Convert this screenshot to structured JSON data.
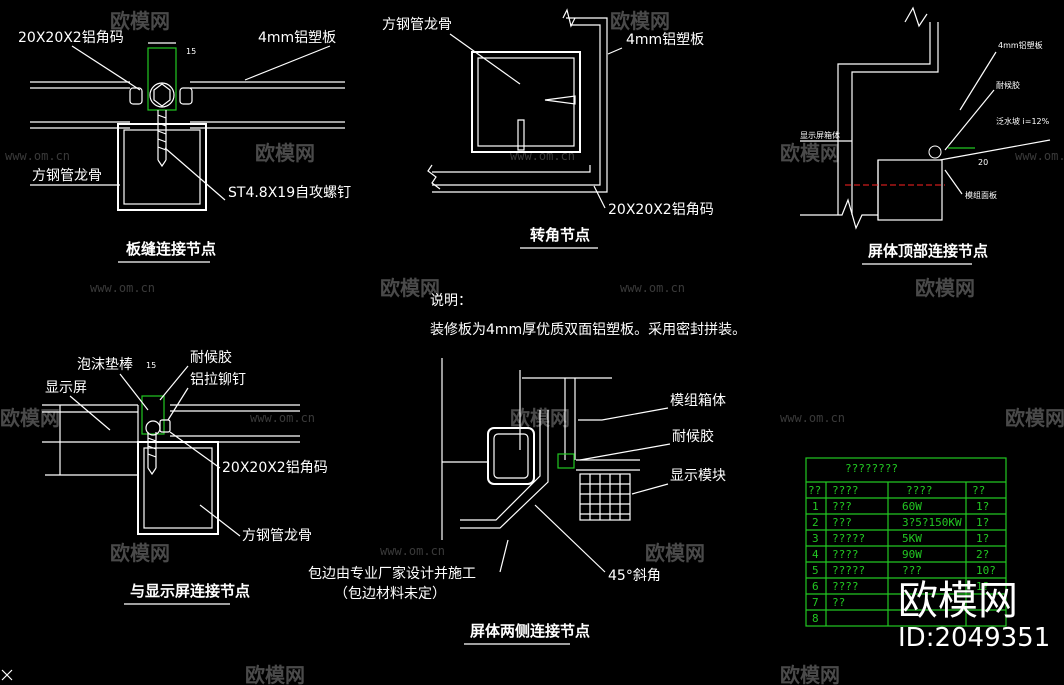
{
  "watermark": {
    "brand": "欧模网",
    "url": "www.om.cn"
  },
  "nodes": {
    "seam": {
      "title": "板缝连接节点",
      "labels": [
        "20X20X2铝角码",
        "4mm铝塑板",
        "方钢管龙骨",
        "ST4.8X19自攻螺钉"
      ],
      "dim": "15"
    },
    "corner": {
      "title": "转角节点",
      "labels": [
        "方钢管龙骨",
        "4mm铝塑板",
        "20X20X2铝角码"
      ]
    },
    "top": {
      "title": "屏体顶部连接节点",
      "labels": [
        "显示屏箱体",
        "4mm铝塑板",
        "耐候胶",
        "泛水坡 i=12%",
        "模组面板"
      ],
      "dim": "20"
    },
    "screen": {
      "title": "与显示屏连接节点",
      "labels": [
        "泡沫垫棒",
        "耐候胶",
        "铝拉铆钉",
        "显示屏",
        "20X20X2铝角码",
        "方钢管龙骨"
      ],
      "dim": "15"
    },
    "side": {
      "title": "屏体两侧连接节点",
      "labels": [
        "模组箱体",
        "耐候胶",
        "显示模块",
        "45°斜角",
        "包边由专业厂家设计并施工",
        "（包边材料未定）"
      ]
    }
  },
  "notes": {
    "heading": "说明：",
    "body": "装修板为4mm厚优质双面铝塑板。采用密封拼装。"
  },
  "table": {
    "title": "????????",
    "header": [
      "??",
      "????",
      "????",
      "??"
    ],
    "rows": [
      [
        "1",
        "???",
        "60W",
        "1?"
      ],
      [
        "2",
        "???",
        "3?5?150KW",
        "1?"
      ],
      [
        "3",
        "?????",
        "5KW",
        "1?"
      ],
      [
        "4",
        "????",
        "90W",
        "2?"
      ],
      [
        "5",
        "?????",
        "???",
        "10?"
      ],
      [
        "6",
        "????",
        "",
        "1?"
      ],
      [
        "7",
        "??",
        "",
        ""
      ],
      [
        "8",
        "",
        "",
        ""
      ]
    ]
  },
  "stamp": {
    "brand": "欧模网",
    "id": "ID:2049351"
  },
  "colors": {
    "background": "#000000",
    "lines": "#ffffff",
    "table": "#22c722",
    "callout": "#ff2222"
  }
}
